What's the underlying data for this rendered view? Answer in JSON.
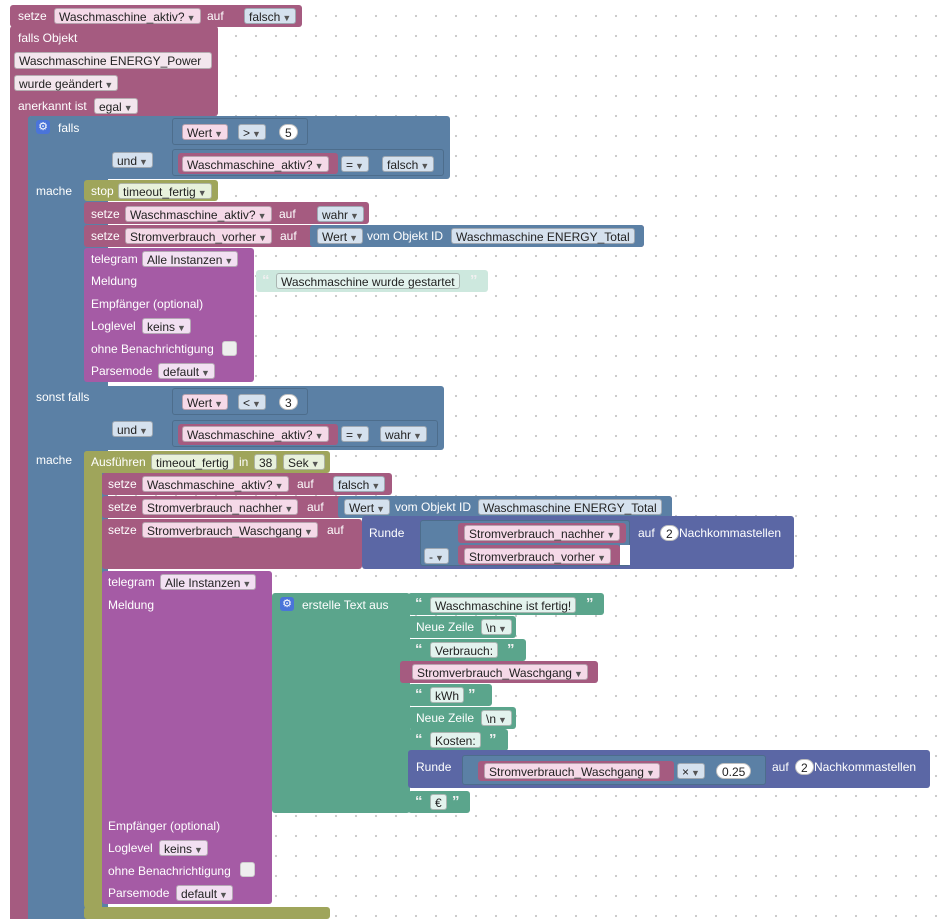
{
  "kw": {
    "setze": "setze",
    "auf": "auf",
    "falls_objekt": "falls Objekt",
    "wurde_geaendert": "wurde geändert",
    "anerkannt_ist": "anerkannt ist",
    "falls": "falls",
    "sonst_falls": "sonst falls",
    "mache": "mache",
    "und": "und",
    "stop": "stop",
    "telegram": "telegram",
    "meldung": "Meldung",
    "empfaenger": "Empfänger (optional)",
    "loglevel": "Loglevel",
    "ohne_benachrichtigung": "ohne Benachrichtigung",
    "parsemode": "Parsemode",
    "vom_objekt_id": "vom Objekt ID",
    "ausfuehren": "Ausführen",
    "in": "in",
    "runde": "Runde",
    "nachkommastellen": "Nachkommastellen",
    "erstelle_text_aus": "erstelle Text aus",
    "neue_zeile": "Neue Zeile"
  },
  "vars": {
    "waschmaschine_aktiv": "Waschmaschine_aktiv?",
    "stromverbrauch_vorher": "Stromverbrauch_vorher",
    "stromverbrauch_nachher": "Stromverbrauch_nachher",
    "stromverbrauch_waschgang": "Stromverbrauch_Waschgang",
    "wert": "Wert"
  },
  "values": {
    "falsch": "falsch",
    "wahr": "wahr",
    "egal": "egal",
    "timeout_fertig": "timeout_fertig",
    "alle_instanzen": "Alle Instanzen",
    "keins": "keins",
    "default": "default",
    "object_power": "Waschmaschine ENERGY_Power",
    "object_total": "Waschmaschine ENERGY_Total",
    "sek": "Sek",
    "n": "\\n"
  },
  "numbers": {
    "gt_threshold": "5",
    "lt_threshold": "3",
    "timeout_seconds": "38",
    "decimals": "2",
    "price": "0.25"
  },
  "operators": {
    "gt": ">",
    "lt": "<",
    "eq": "=",
    "minus": "-",
    "times": "×"
  },
  "texts": {
    "gestartet": "Waschmaschine wurde gestartet",
    "fertig": "Waschmaschine ist fertig!",
    "verbrauch": "Verbrauch:",
    "kwh": "kWh",
    "kosten": "Kosten:",
    "euro": "€"
  }
}
